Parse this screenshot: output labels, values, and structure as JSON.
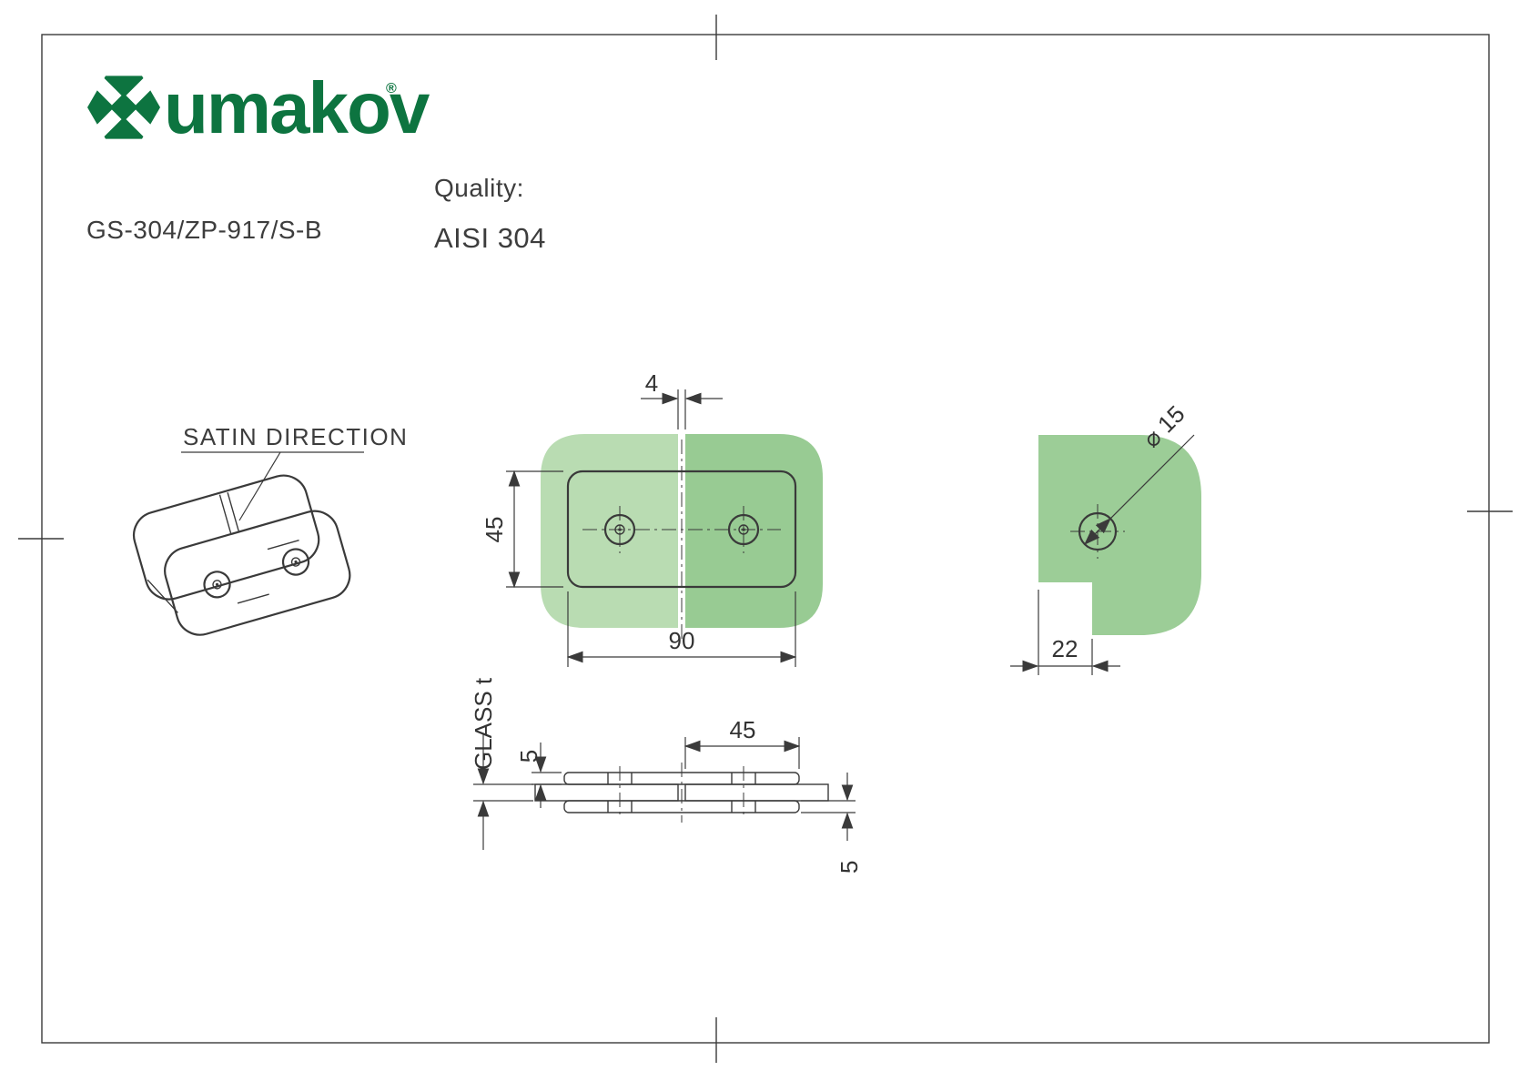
{
  "brand": {
    "wordmark": "umakov",
    "registered_mark": "®"
  },
  "header": {
    "product_code": "GS-304/ZP-917/S-B",
    "quality_label": "Quality:",
    "quality_value": "AISI 304"
  },
  "labels": {
    "satin_direction": "SATIN DIRECTION",
    "glass_thickness": "GLASS t"
  },
  "dimensions": {
    "panel_gap": "4",
    "clamp_height": "45",
    "clamp_width": "90",
    "hole_diameter": "⌀ 15",
    "glass_cutout_depth": "22",
    "plate_length": "45",
    "top_plate_thickness": "5",
    "bottom_plate_thickness": "5"
  },
  "colors": {
    "brand_green": "#0d7440",
    "glass_green_light": "#b9dcb2",
    "glass_green_dark": "#98cb93",
    "line_color": "#3a3a3a"
  }
}
